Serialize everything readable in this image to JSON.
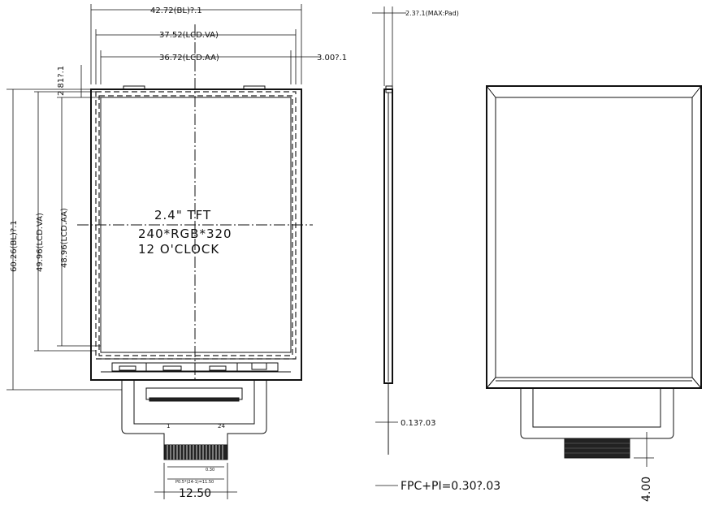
{
  "title_block": {
    "line1": "2.4\" TFT",
    "line2": "240*RGB*320",
    "line3": "12 O'CLOCK"
  },
  "dimensions": {
    "bl_width": "42.72(BL)?.1",
    "va_width": "37.52(LCD.VA)",
    "aa_width": "36.72(LCD.AA)",
    "right_offset": "3.00?.1",
    "top_offset": "2.81?.1",
    "bl_height": "60.26(BL)?.1",
    "va_height": "49.96(LCD.VA)",
    "aa_height": "48.96(LCD.AA)",
    "side_thickness": "2.3?.1(MAX:Pad)",
    "fpc_thickness": "0.13?.03",
    "fpc_pi": "FPC+PI=0.30?.03",
    "fpc_width": "12.50",
    "pitch_note": "P0.5*(24-1)=11.50",
    "pitch_small": "0.30",
    "back_dim": "4.00",
    "pin_first": "1",
    "pin_last": "24"
  }
}
